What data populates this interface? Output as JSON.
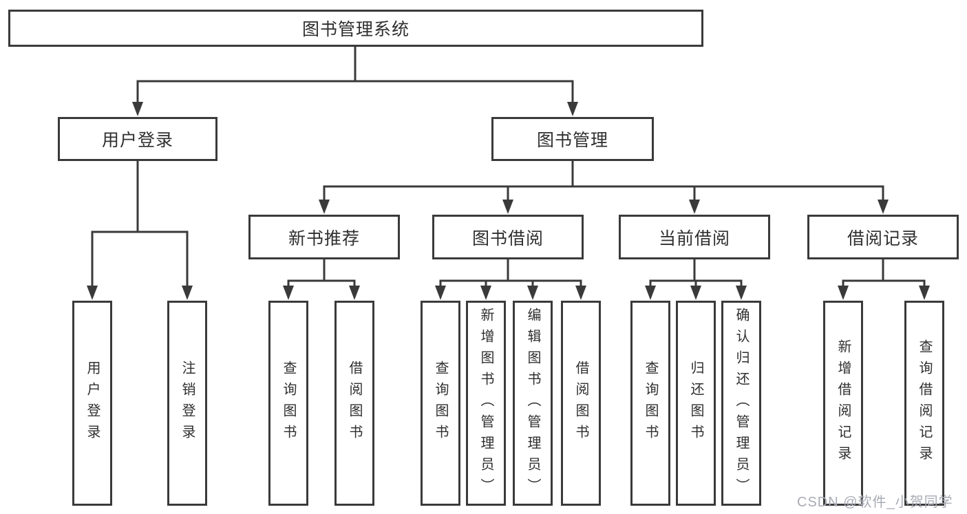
{
  "tree": {
    "root": {
      "label": "图书管理系统",
      "children": [
        {
          "label": "用户登录",
          "children": [
            {
              "label": "用户登录"
            },
            {
              "label": "注销登录"
            }
          ]
        },
        {
          "label": "图书管理",
          "children": [
            {
              "label": "新书推荐",
              "children": [
                {
                  "label": "查询图书"
                },
                {
                  "label": "借阅图书"
                }
              ]
            },
            {
              "label": "图书借阅",
              "children": [
                {
                  "label": "查询图书"
                },
                {
                  "label": "新增图书（管理员）"
                },
                {
                  "label": "编辑图书（管理员）"
                },
                {
                  "label": "借阅图书"
                }
              ]
            },
            {
              "label": "当前借阅",
              "children": [
                {
                  "label": "查询图书"
                },
                {
                  "label": "归还图书"
                },
                {
                  "label": "确认归还（管理员）"
                }
              ]
            },
            {
              "label": "借阅记录",
              "children": [
                {
                  "label": "新增借阅记录"
                },
                {
                  "label": "查询借阅记录"
                }
              ]
            }
          ]
        }
      ]
    }
  },
  "watermark": {
    "text": "CSDN @软件_小贺同学"
  },
  "colors": {
    "line": "#3a3a3a",
    "box_border": "#3a3a3a",
    "box_fill": "#ffffff",
    "text": "#2f2f2f",
    "watermark": "#a9abb6"
  }
}
